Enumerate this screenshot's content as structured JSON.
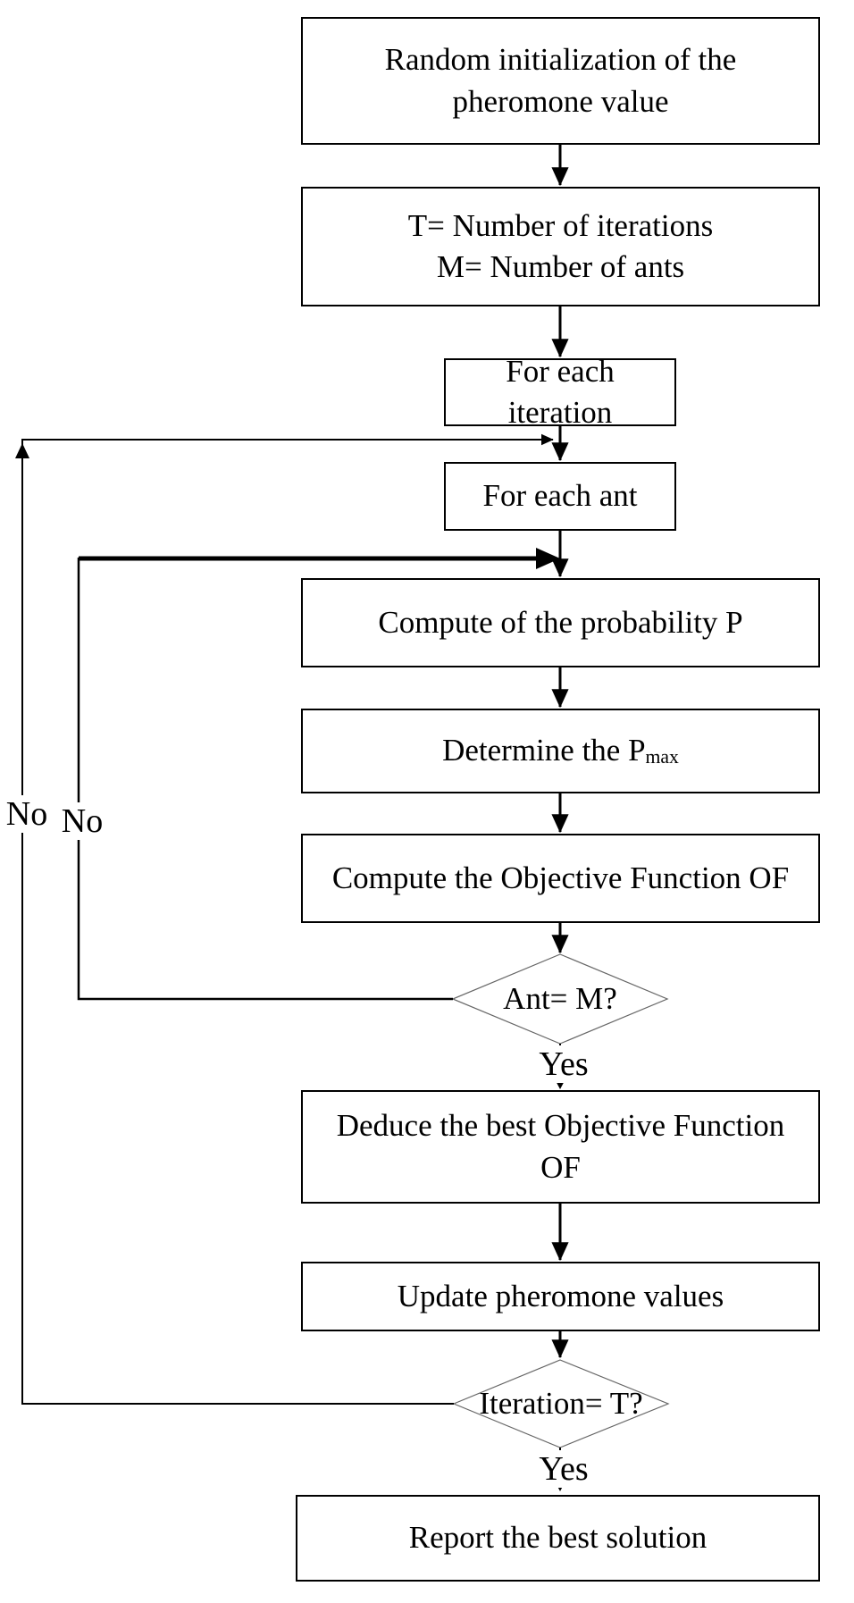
{
  "colors": {
    "line": "#000000",
    "diamond_border": "#666666",
    "text": "#000000",
    "box_background": "#ffffff",
    "page_background": "#ffffff"
  },
  "nodes": {
    "random_init": {
      "line1": "Random initialization of the",
      "line2": "pheromone value"
    },
    "parameters": {
      "line1": "T= Number of iterations",
      "line2": "M= Number of ants"
    },
    "for_each_iteration": {
      "line1": "For each",
      "line2": "iteration"
    },
    "for_each_ant": {
      "label": "For each ant"
    },
    "compute_probability": {
      "label": "Compute of the probability P"
    },
    "determine_pmax": {
      "prefix": "Determine the P",
      "subscript": "max"
    },
    "compute_of": {
      "label": "Compute the Objective Function OF"
    },
    "ant_check": {
      "label": "Ant= M?"
    },
    "deduce_of": {
      "line1": "Deduce the best Objective Function",
      "line2": "OF"
    },
    "update_pheromone": {
      "label": "Update pheromone values"
    },
    "iteration_check": {
      "label": "Iteration= T?"
    },
    "report": {
      "label": "Report the best solution"
    }
  },
  "labels": {
    "ant_yes": "Yes",
    "iteration_yes": "Yes",
    "ant_no": "No",
    "iteration_no": "No"
  }
}
